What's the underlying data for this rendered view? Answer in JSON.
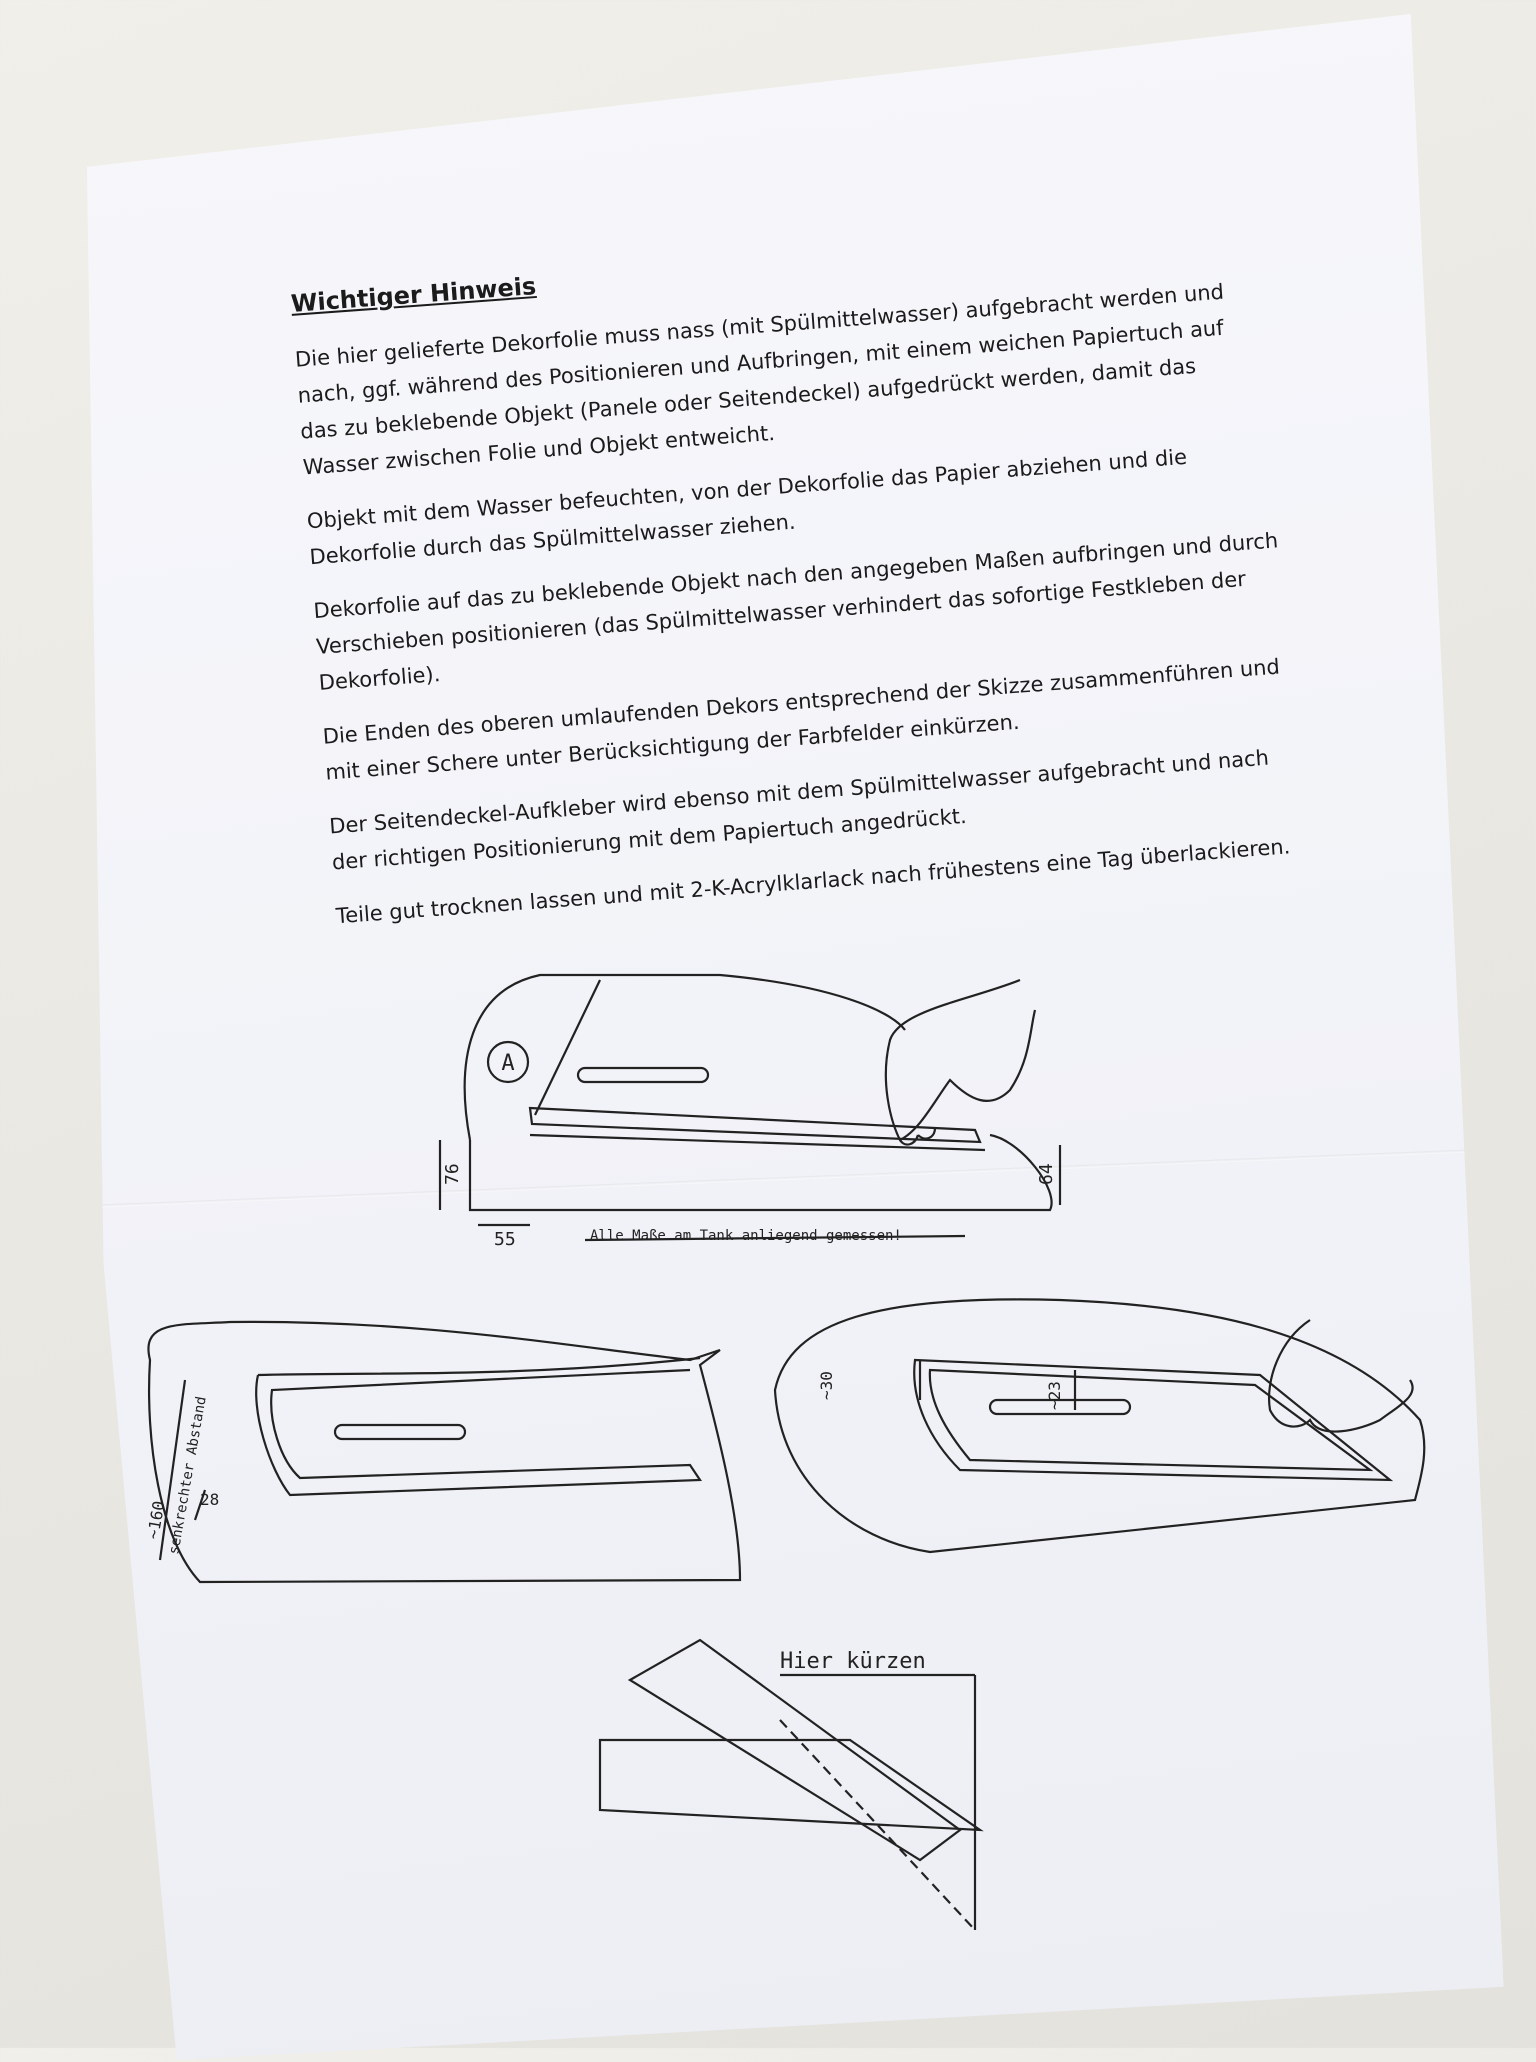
{
  "document": {
    "heading": "Wichtiger Hinweis",
    "paragraphs": [
      "Die hier gelieferte Dekorfolie muss nass (mit Spülmittelwasser) aufgebracht werden und nach, ggf. während des Positionieren und Aufbringen, mit einem weichen Papiertuch auf das zu beklebende Objekt (Panele oder Seitendeckel) aufgedrückt werden, damit das Wasser zwischen Folie und Objekt entweicht.",
      "Objekt mit dem Wasser befeuchten, von der Dekorfolie das Papier abziehen und die Dekorfolie durch das Spülmittelwasser ziehen.",
      "Dekorfolie auf das zu beklebende Objekt nach den angegeben Maßen aufbringen und durch Verschieben positionieren (das Spülmittelwasser verhindert das sofortige Festkleben der Dekorfolie).",
      "Die Enden des oberen umlaufenden Dekors entsprechend der Skizze zusammenführen und mit einer Schere unter Berücksichtigung der Farbfelder einkürzen.",
      "Der Seitendeckel-Aufkleber wird ebenso mit dem Spülmittelwasser aufgebracht und nach der richtigen Positionierung mit dem Papiertuch angedrückt.",
      "Teile gut trocknen lassen und mit 2-K-Acrylklarlack nach frühestens eine Tag überlackieren."
    ]
  },
  "figures": {
    "top": {
      "marker": "A",
      "dim_height_left": "76",
      "dim_width": "55",
      "dim_height_right": "64",
      "note": "Alle Maße am Tank anliegend gemessen!"
    },
    "left": {
      "dim_distance": "~160",
      "dim_distance_label": "senkrechter Abstand",
      "dim_offset": "28"
    },
    "right": {
      "dim_left": "~30",
      "dim_center": "~23"
    },
    "detail": {
      "label": "Hier kürzen"
    }
  },
  "colors": {
    "background": "#ecebe6",
    "paper": "#f2f3f8",
    "ink": "#1b1b1b"
  }
}
